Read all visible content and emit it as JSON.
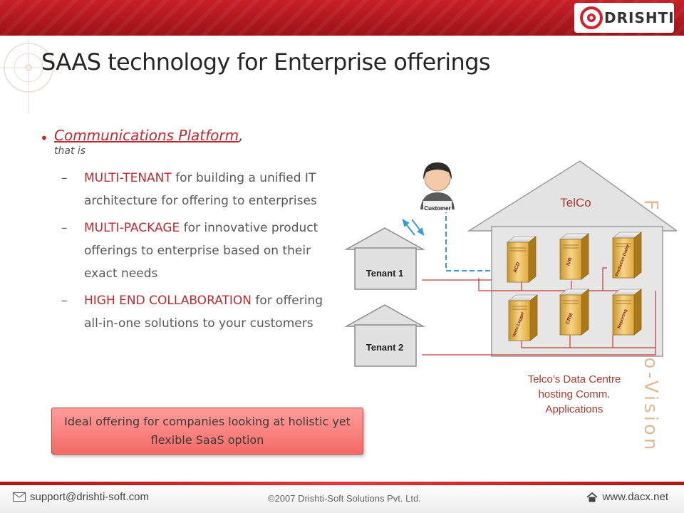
{
  "header": {
    "logo_text": "DRISHTI"
  },
  "slide": {
    "title": "SAAS technology for Enterprise offerings",
    "bullet": {
      "heading": "Communications Platform",
      "heading_suffix": ",",
      "subheading": "that is",
      "items": [
        {
          "key": "MULTI-TENANT",
          "rest": " for building a unified IT architecture for offering to enterprises"
        },
        {
          "key": "MULTI-PACKAGE",
          "rest": " for innovative product offerings to enterprise based on their exact needs"
        },
        {
          "key": "HIGH END COLLABORATION",
          "rest": " for offering all-in-one solutions to your customers"
        }
      ],
      "dash": "–"
    },
    "highlight_box": "Ideal offering for companies looking at holistic yet flexible SaaS option",
    "vertical_text": "Fostering Inno-Vision"
  },
  "diagram": {
    "telco_label": "TelCo",
    "customer_label": "Customer",
    "tenants": [
      "Tenant 1",
      "Tenant 2"
    ],
    "servers": [
      "ACD",
      "IVR",
      "Predictive Dialer",
      "Voice Logger",
      "CRM",
      "Reporting"
    ],
    "caption": "Telco’s Data Centre hosting Comm. Applications"
  },
  "footer": {
    "email": "support@drishti-soft.com",
    "copyright": "©2007 Drishti-Soft Solutions Pvt. Ltd.",
    "website": "www.dacx.net"
  },
  "colors": {
    "brand_red": "#c0292f",
    "header_red": "#b3161d",
    "highlight_pink": "#f47c79"
  }
}
